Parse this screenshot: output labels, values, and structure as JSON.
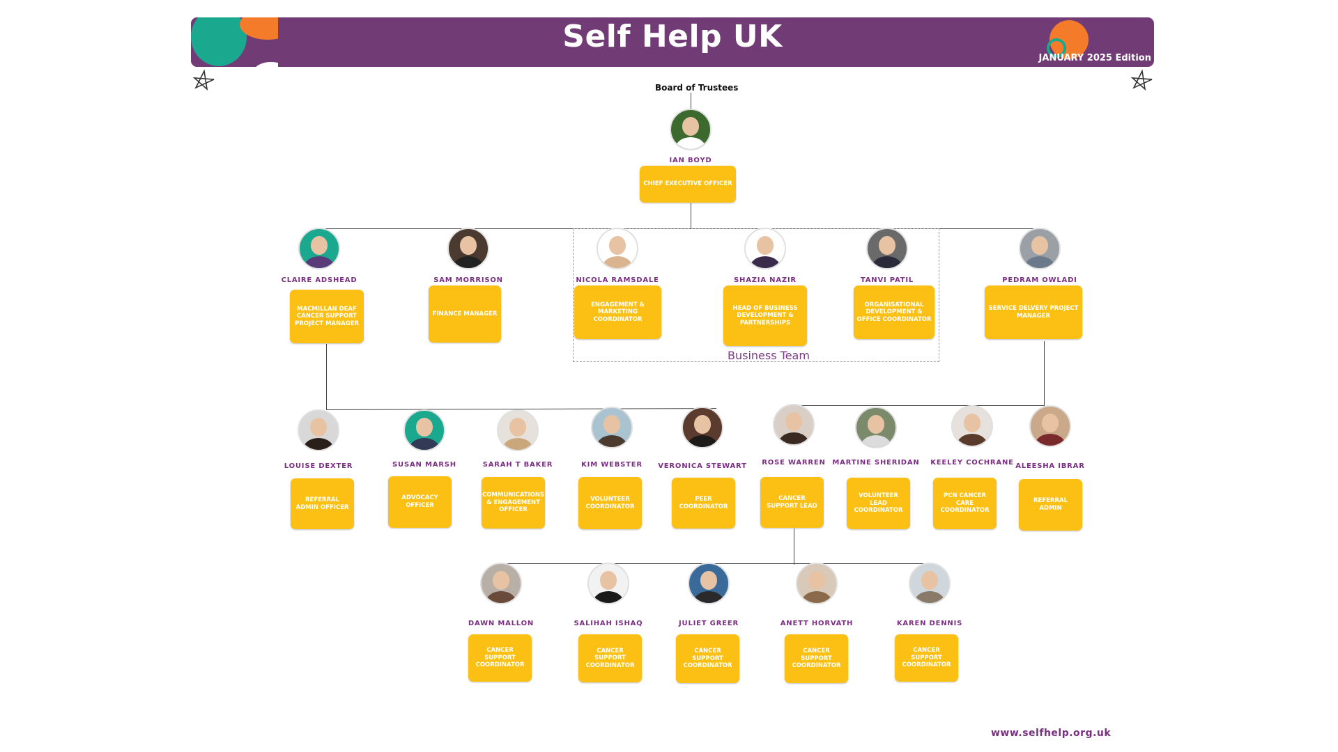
{
  "header": {
    "title": "Self Help UK",
    "edition": "JANUARY 2025 Edition",
    "brand_color": "#713b76",
    "accent_colors": [
      "#f47b2a",
      "#1aa88f",
      "#ffffff"
    ]
  },
  "board_label": "Board of Trustees",
  "team_label": "Business Team",
  "footer_url": "www.selfhelp.org.uk",
  "role_color": "#fcbf14",
  "name_color": "#7b2f83",
  "people": [
    {
      "id": "ian",
      "name": "IAN BOYD",
      "role": "CHIEF EXECUTIVE OFFICER",
      "photo_bg": "#3c6a2e",
      "shirt": "#ffffff"
    },
    {
      "id": "claire",
      "name": "CLAIRE ADSHEAD",
      "role": "MACMILLAN DEAF CANCER SUPPORT PROJECT MANAGER",
      "photo_bg": "#1aa88f",
      "shirt": "#5a3b7a"
    },
    {
      "id": "sam",
      "name": "SAM MORRISON",
      "role": "FINANCE MANAGER",
      "photo_bg": "#4a3a30",
      "shirt": "#222222"
    },
    {
      "id": "nicola",
      "name": "NICOLA RAMSDALE",
      "role": "ENGAGEMENT & MARKETING COORDINATOR",
      "photo_bg": "#ffffff",
      "shirt": "#d9b48f"
    },
    {
      "id": "shazia",
      "name": "SHAZIA NAZIR",
      "role": "HEAD OF BUSINESS DEVELOPMENT & PARTNERSHIPS",
      "photo_bg": "#ffffff",
      "shirt": "#3b2b4b"
    },
    {
      "id": "tanvi",
      "name": "TANVI PATIL",
      "role": "ORGANISATIONAL DEVELOPMENT & OFFICE COORDINATOR",
      "photo_bg": "#6a6a6a",
      "shirt": "#2a2a3a"
    },
    {
      "id": "pedram",
      "name": "PEDRAM OWLADI",
      "role": "SERVICE DELVERY PROJECT MANAGER",
      "photo_bg": "#9aa0a6",
      "shirt": "#6a7a8a"
    },
    {
      "id": "louise",
      "name": "LOUISE DEXTER",
      "role": "REFERRAL ADMIN OFFICER",
      "photo_bg": "#d8d8d8",
      "shirt": "#2b1f1a"
    },
    {
      "id": "susan",
      "name": "SUSAN MARSH",
      "role": "ADVOCACY OFFICER",
      "photo_bg": "#1aa88f",
      "shirt": "#333a55"
    },
    {
      "id": "sarah",
      "name": "SARAH T BAKER",
      "role": "COMMUNICATIONS & ENGAGEMENT OFFICER",
      "photo_bg": "#e6e1da",
      "shirt": "#c9a77a"
    },
    {
      "id": "kim",
      "name": "KIM WEBSTER",
      "role": "VOLUNTEER COORDINATOR",
      "photo_bg": "#a9c4d0",
      "shirt": "#4a3b2e"
    },
    {
      "id": "veronica",
      "name": "VERONICA STEWART",
      "role": "PEER COORDINATOR",
      "photo_bg": "#5a3b2e",
      "shirt": "#1d1a1a"
    },
    {
      "id": "rose",
      "name": "ROSE WARREN",
      "role": "CANCER SUPPORT LEAD",
      "photo_bg": "#d9cfc6",
      "shirt": "#3b2a22"
    },
    {
      "id": "martine",
      "name": "MARTINE SHERIDAN",
      "role": "VOLUNTEER LEAD COORDINATOR",
      "photo_bg": "#7a8a6a",
      "shirt": "#dcdcdc"
    },
    {
      "id": "keeley",
      "name": "KEELEY COCHRANE",
      "role": "PCN CANCER CARE COORDINATOR",
      "photo_bg": "#e6e1dc",
      "shirt": "#5a3a2a"
    },
    {
      "id": "aleesha",
      "name": "ALEESHA IBRAR",
      "role": "REFERRAL ADMIN",
      "photo_bg": "#c9a98a",
      "shirt": "#7a2a2a"
    },
    {
      "id": "dawn",
      "name": "DAWN MALLON",
      "role": "CANCER SUPPORT COORDINATOR",
      "photo_bg": "#b8b0a6",
      "shirt": "#6a4a3a"
    },
    {
      "id": "salihah",
      "name": "SALIHAH ISHAQ",
      "role": "CANCER SUPPORT COORDINATOR",
      "photo_bg": "#f2f2f2",
      "shirt": "#1a1a1a"
    },
    {
      "id": "juliet",
      "name": "JULIET GREER",
      "role": "CANCER SUPPORT COORDINATOR",
      "photo_bg": "#3a6a9a",
      "shirt": "#2a2a2a"
    },
    {
      "id": "anett",
      "name": "ANETT HORVATH",
      "role": "CANCER SUPPORT COORDINATOR",
      "photo_bg": "#d9c9b8",
      "shirt": "#8a6a4a"
    },
    {
      "id": "karen",
      "name": "KAREN DENNIS",
      "role": "CANCER SUPPORT COORDINATOR",
      "photo_bg": "#cfd6dc",
      "shirt": "#8a7a6a"
    }
  ]
}
